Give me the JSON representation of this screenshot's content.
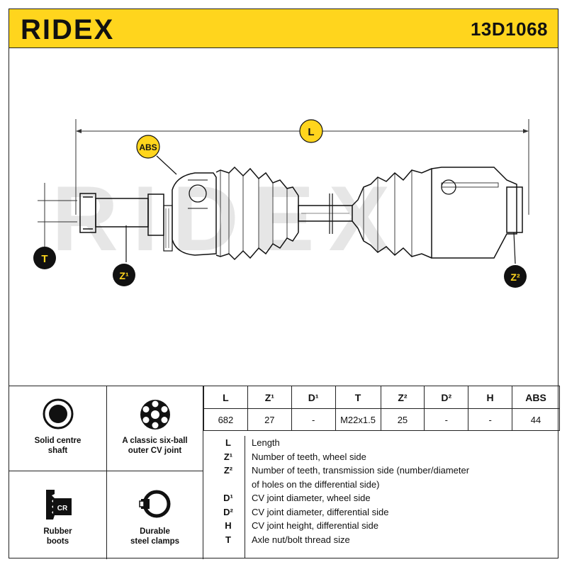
{
  "header": {
    "brand": "RIDEX",
    "part_number": "13D1068"
  },
  "colors": {
    "brand_yellow": "#ffd51d",
    "label_black": "#111111"
  },
  "drawing": {
    "labels": {
      "length": "L",
      "abs": "ABS",
      "thread": "T",
      "z1": "Z¹",
      "z2": "Z²"
    },
    "watermark": "RIDEX"
  },
  "features": [
    {
      "icon": "solid-shaft-icon",
      "label_line1": "Solid centre",
      "label_line2": "shaft"
    },
    {
      "icon": "six-ball-joint-icon",
      "label_line1": "A classic six-ball",
      "label_line2": "outer CV joint"
    },
    {
      "icon": "rubber-boot-icon",
      "badge": "CR",
      "label_line1": "Rubber",
      "label_line2": "boots"
    },
    {
      "icon": "steel-clamp-icon",
      "label_line1": "Durable",
      "label_line2": "steel clamps"
    }
  ],
  "spec_table": {
    "headers": [
      "L",
      "Z¹",
      "D¹",
      "T",
      "Z²",
      "D²",
      "H",
      "ABS"
    ],
    "values": [
      "682",
      "27",
      "-",
      "M22x1.5",
      "25",
      "-",
      "-",
      "44"
    ]
  },
  "legend": [
    {
      "key": "L",
      "text": "Length"
    },
    {
      "key": "Z¹",
      "text": "Number of teeth, wheel side"
    },
    {
      "key": "Z²",
      "text": "Number of teeth, transmission side (number/diameter"
    },
    {
      "key": "",
      "text": "of holes on the differential side)"
    },
    {
      "key": "D¹",
      "text": "CV joint diameter, wheel side"
    },
    {
      "key": "D²",
      "text": "CV joint diameter, differential side"
    },
    {
      "key": "H",
      "text": "CV joint height, differential side"
    },
    {
      "key": "T",
      "text": "Axle nut/bolt thread size"
    }
  ]
}
